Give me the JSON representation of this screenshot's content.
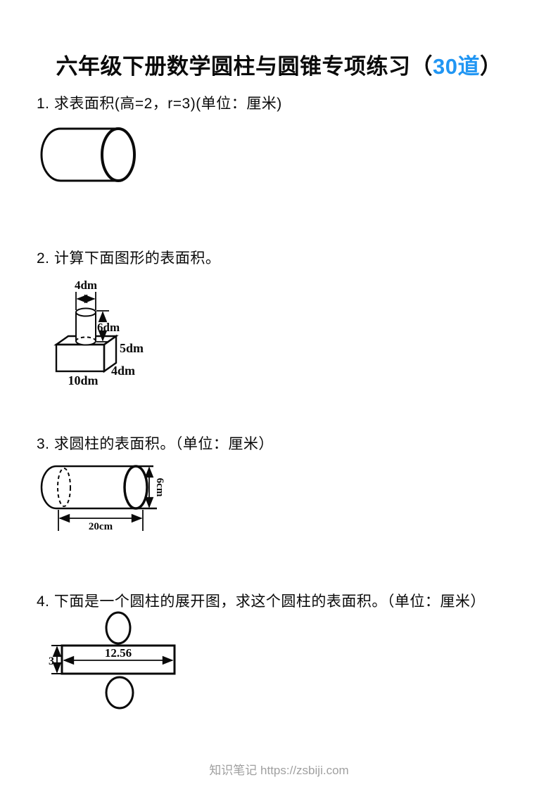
{
  "title": {
    "prefix": "六年级下册数学圆柱与圆锥专项练习（",
    "highlight": "30道",
    "suffix": "）",
    "highlight_color": "#2196f3"
  },
  "questions": [
    {
      "text": "1. 求表面积(高=2，r=3)(单位：厘米)"
    },
    {
      "text": "2. 计算下面图形的表面积。"
    },
    {
      "text": "3. 求圆柱的表面积。（单位：厘米）"
    },
    {
      "text": "4. 下面是一个圆柱的展开图，求这个圆柱的表面积。（单位：厘米）"
    }
  ],
  "figures": {
    "composite": {
      "cylinder_diameter": "4dm",
      "cylinder_height": "6dm",
      "box_height": "5dm",
      "box_depth": "4dm",
      "box_width": "10dm"
    },
    "cylinder": {
      "diameter": "6cm",
      "length": "20cm"
    },
    "net": {
      "rect_width": "12.56",
      "rect_height": "3"
    }
  },
  "footer": {
    "text": "知识笔记 https://zsbiji.com"
  }
}
